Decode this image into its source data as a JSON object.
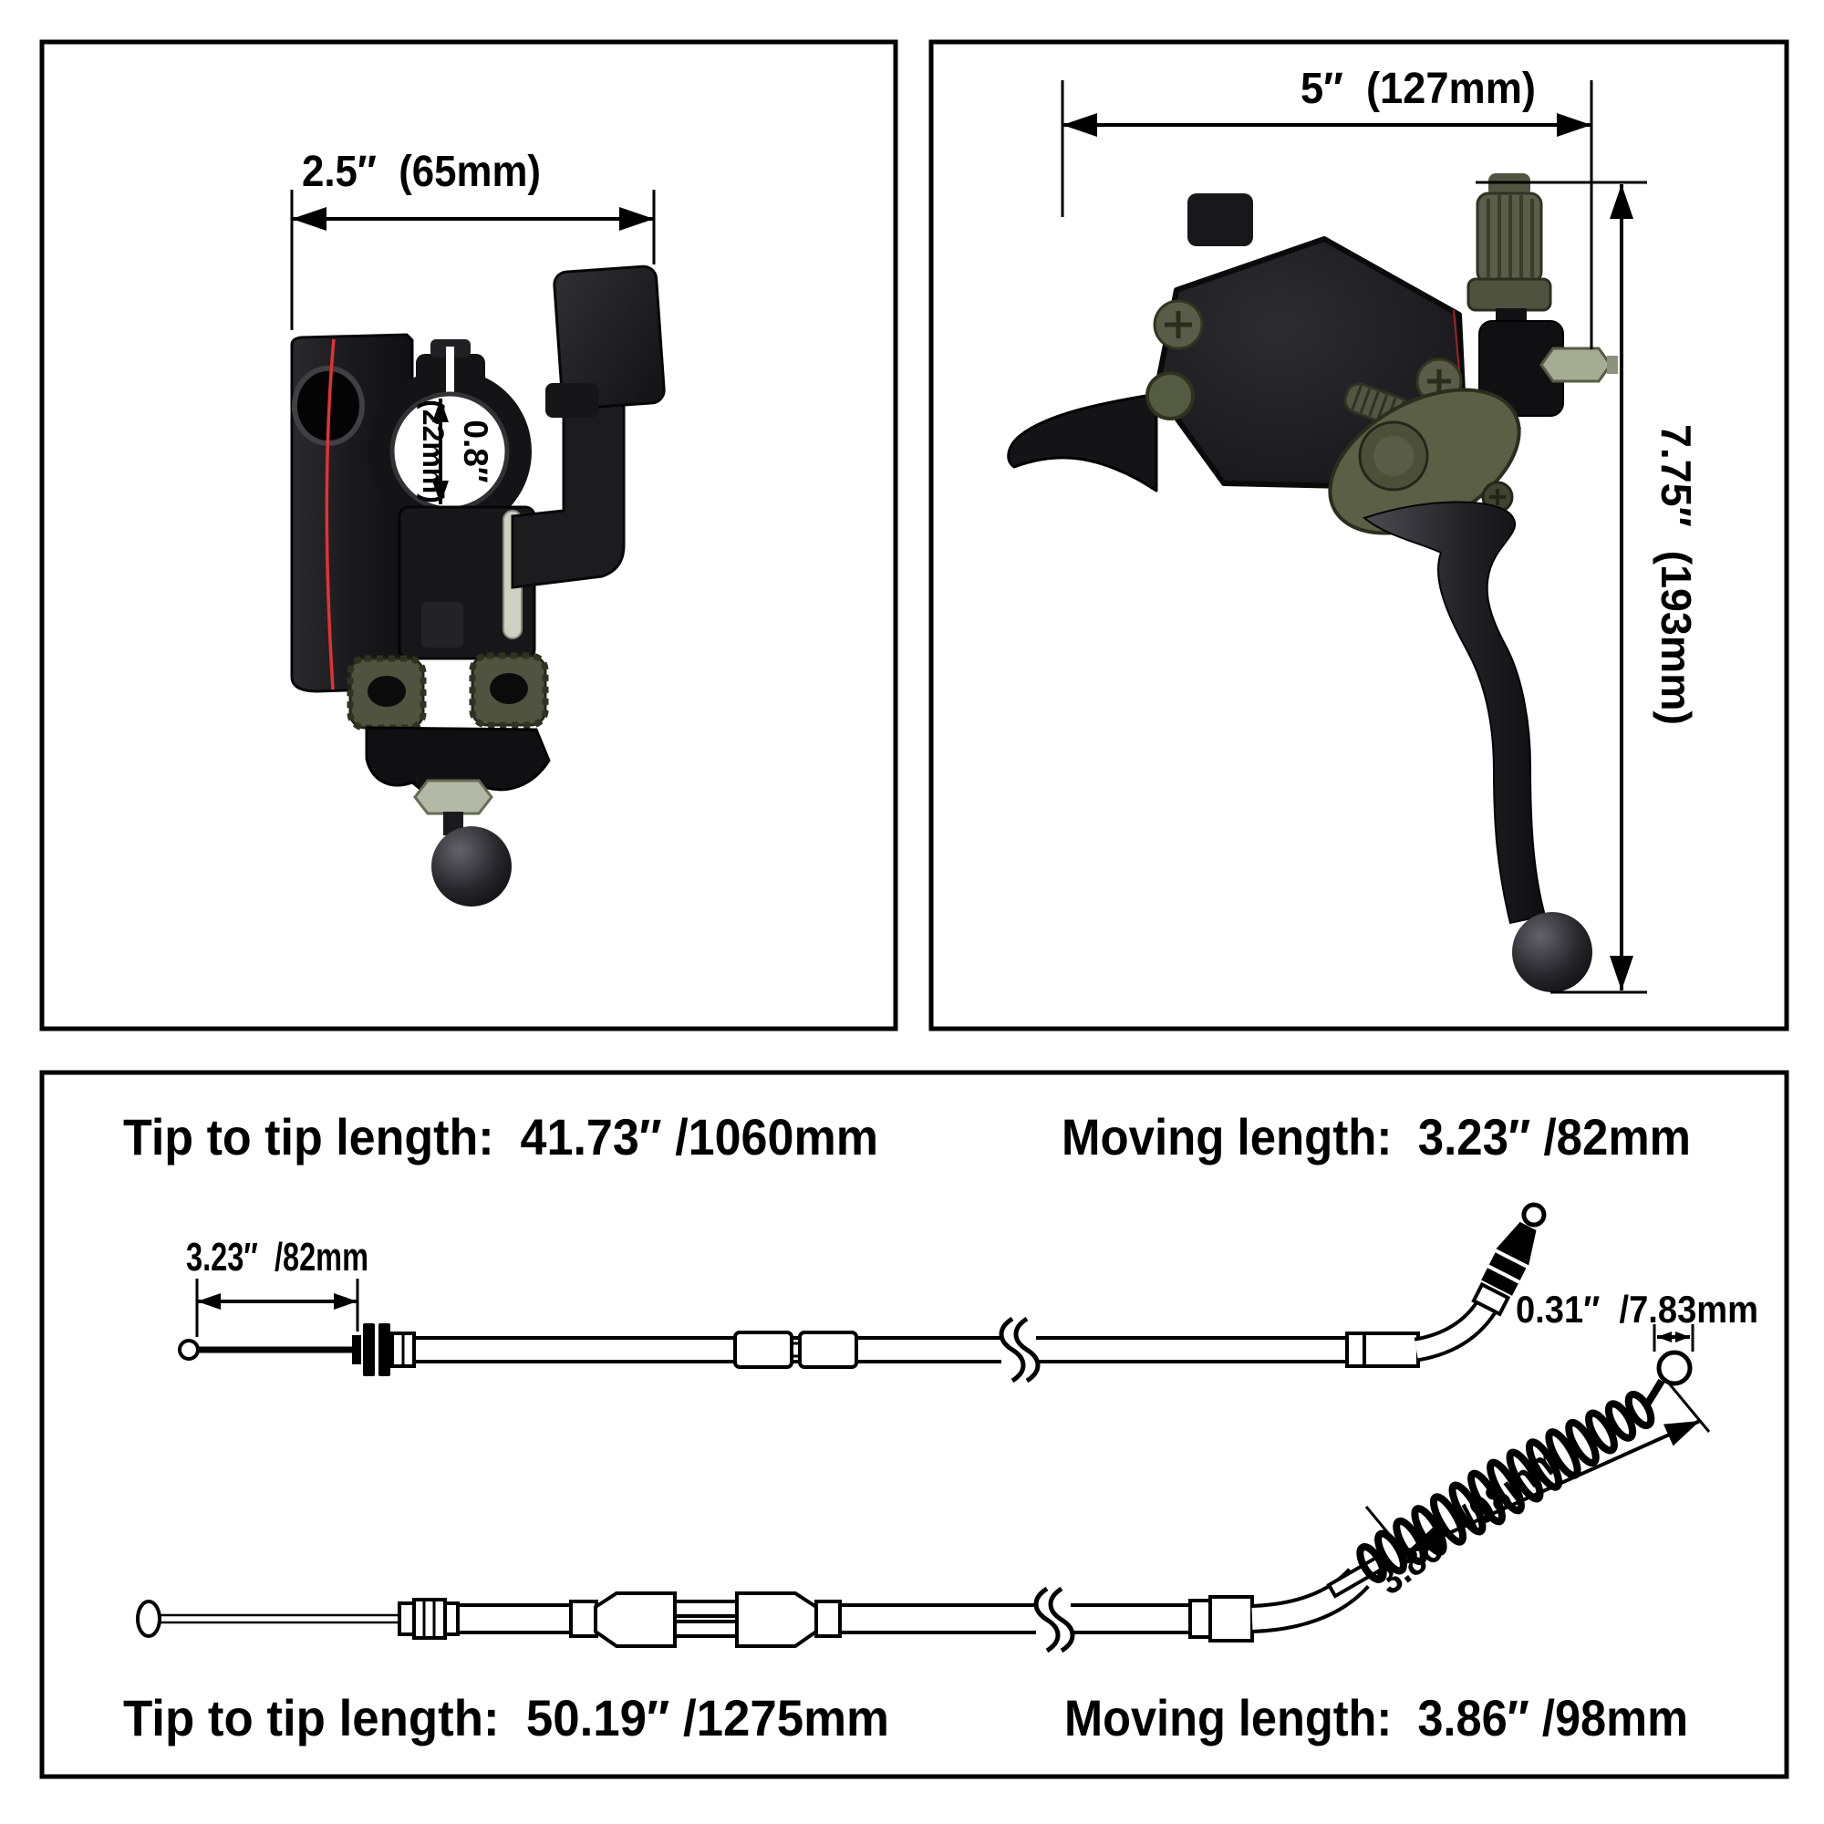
{
  "top_left_panel": {
    "width_dim_label": "2.5″  (65mm)",
    "clamp_dim_line1": "0.8″",
    "clamp_dim_line2": "(22mm)"
  },
  "top_right_panel": {
    "width_dim_label": "5″  (127mm)",
    "height_dim_label": "7.75″  (193mm)"
  },
  "bottom_panel": {
    "throttle_cable": {
      "tip_to_tip_label": "Tip to tip length:  41.73″ /1060mm",
      "moving_length_label": "Moving length:  3.23″ /82mm",
      "free_end_dim_label": "3.23″  /82mm",
      "barrel_dim_label": "0.31″  /7.83mm"
    },
    "clutch_cable": {
      "tip_to_tip_label": "Tip to tip length:  50.19″ /1275mm",
      "moving_length_label": "Moving length:  3.86″ /98mm",
      "boot_dim_label": "3.86″  /98mm"
    }
  },
  "colors": {
    "line": "#000000",
    "device_black": "#1b1b1e",
    "olive": "#565b44",
    "red_accent": "#e03236",
    "washer": "#cfcfc2",
    "hex_nut": "#b4b8a6",
    "background": "#ffffff"
  }
}
